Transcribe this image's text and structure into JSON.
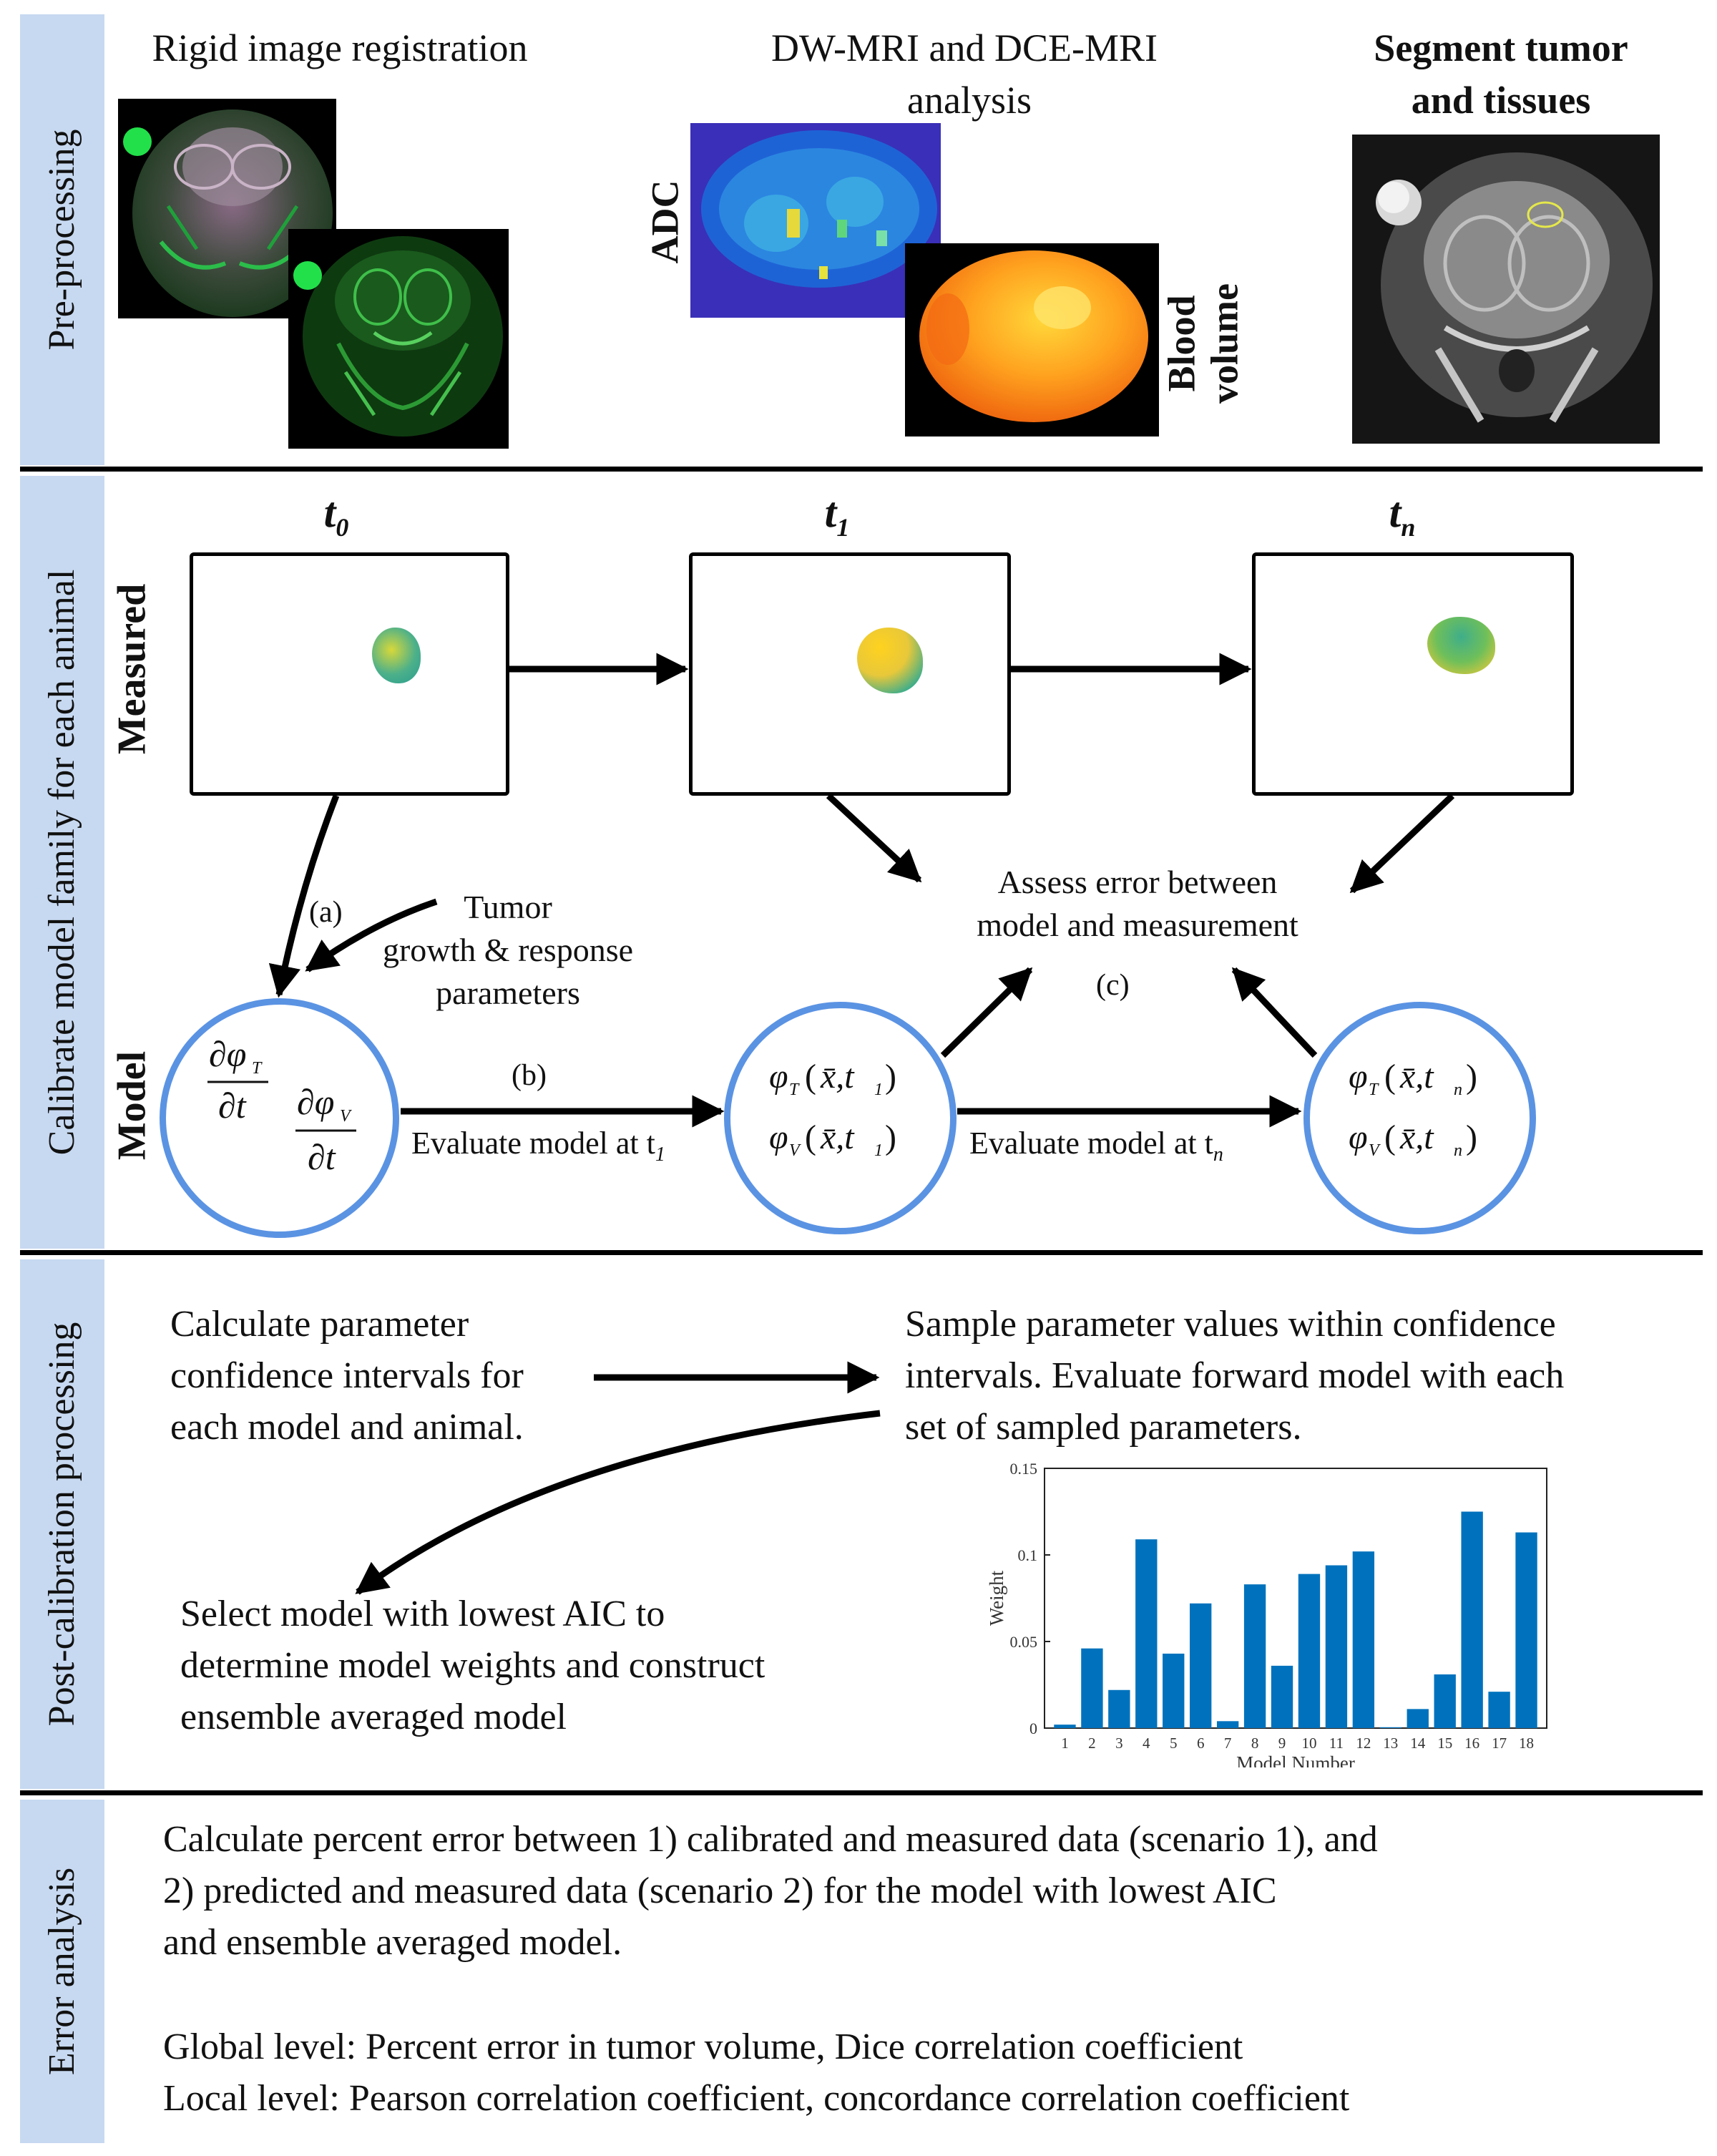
{
  "sections": {
    "preprocessing": "Pre-processing",
    "calibrate": "Calibrate model family for each animal",
    "post": "Post-calibration processing",
    "error": "Error analysis"
  },
  "pre": {
    "registration_title": "Rigid image registration",
    "dw_title_line1": "DW-MRI and DCE-MRI",
    "dw_title_line2": "analysis",
    "adc_label": "ADC",
    "blood_label_line1": "Blood",
    "blood_label_line2": "volume",
    "segment_title_line1": "Segment tumor",
    "segment_title_line2": "and tissues"
  },
  "calib": {
    "t0": "t",
    "t0_sub": "0",
    "t1": "t",
    "t1_sub": "1",
    "tn": "t",
    "tn_sub": "n",
    "measured": "Measured",
    "model": "Model",
    "label_a": "(a)",
    "label_b": "(b)",
    "label_c": "(c)",
    "tumor_params_line1": "Tumor",
    "tumor_params_line2": "growth & response",
    "tumor_params_line3": "parameters",
    "assess_line1": "Assess error between",
    "assess_line2": "model and measurement",
    "eval_t1": "Evaluate model at t",
    "eval_t1_sub": "1",
    "eval_tn": "Evaluate model at t",
    "eval_tn_sub": "n"
  },
  "post": {
    "calc_line1": "Calculate parameter",
    "calc_line2": "confidence intervals for",
    "calc_line3": "each model and animal.",
    "sample_line1": "Sample parameter values within confidence",
    "sample_line2": "intervals. Evaluate forward model with each",
    "sample_line3": "set of sampled parameters.",
    "select_line1": "Select model with lowest AIC to",
    "select_line2": "determine model weights and construct",
    "select_line3": "ensemble averaged model"
  },
  "error": {
    "line1": "Calculate percent error between 1) calibrated and measured data (scenario 1),  and",
    "line2": "2) predicted and measured  data (scenario 2) for the model with lowest AIC",
    "line3": "and ensemble averaged model.",
    "global": "Global level: Percent error in tumor volume, Dice correlation coefficient",
    "local": "Local level:  Pearson correlation coefficient, concordance correlation coefficient"
  },
  "colors": {
    "sidebar": "#c7d9f1",
    "circle": "#5b93e3",
    "bar": "#0072bd"
  },
  "chart_data": {
    "type": "bar",
    "categories": [
      "1",
      "2",
      "3",
      "4",
      "5",
      "6",
      "7",
      "8",
      "9",
      "10",
      "11",
      "12",
      "13",
      "14",
      "15",
      "16",
      "17",
      "18"
    ],
    "values": [
      0.002,
      0.046,
      0.022,
      0.109,
      0.043,
      0.072,
      0.004,
      0.083,
      0.036,
      0.089,
      0.094,
      0.102,
      0.0005,
      0.011,
      0.031,
      0.125,
      0.021,
      0.113
    ],
    "title": "",
    "xlabel": "Model Number",
    "ylabel": "Weight",
    "ylim": [
      0,
      0.15
    ],
    "yticks": [
      "0",
      "0.05",
      "0.1",
      "0.15"
    ],
    "grid": false
  }
}
